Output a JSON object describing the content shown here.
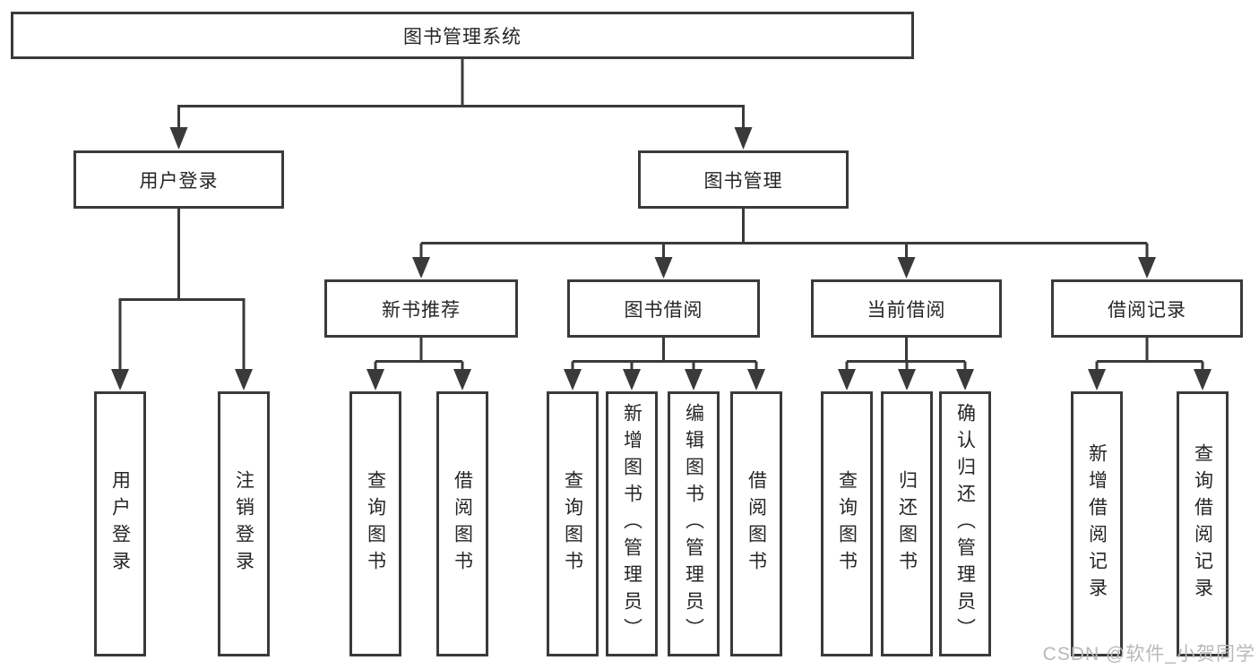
{
  "diagram": {
    "root": {
      "label": "图书管理系统"
    },
    "level1": [
      {
        "label": "用户登录"
      },
      {
        "label": "图书管理"
      }
    ],
    "level2": [
      {
        "label": "新书推荐"
      },
      {
        "label": "图书借阅"
      },
      {
        "label": "当前借阅"
      },
      {
        "label": "借阅记录"
      }
    ],
    "leaves": {
      "user_login": [
        "用户登录",
        "注销登录"
      ],
      "new_book": [
        "查询图书",
        "借阅图书"
      ],
      "book_borrow": [
        "查询图书",
        "新增图书（管理员）",
        "编辑图书（管理员）",
        "借阅图书"
      ],
      "current_borrow": [
        "查询图书",
        "归还图书",
        "确认归还（管理员）"
      ],
      "borrow_record": [
        "新增借阅记录",
        "查询借阅记录"
      ]
    }
  },
  "watermark": {
    "text": "CSDN @软件_小贺同学"
  },
  "colors": {
    "line": "#3a3a3a",
    "text": "#262626",
    "watermark": "#b9b9b9",
    "background": "#ffffff"
  }
}
